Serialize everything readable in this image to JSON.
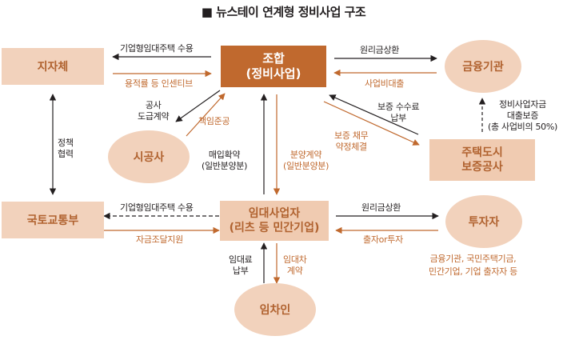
{
  "title": "■ 뉴스테이 연계형 정비사업 구조",
  "nodes": {
    "jijache": "지자체",
    "johap": [
      "조합",
      "(정비사업)"
    ],
    "financial": "금융기관",
    "builder": "시공사",
    "hug": [
      "주택도시",
      "보증공사"
    ],
    "molit": "국토교통부",
    "rental_operator": [
      "임대사업자",
      "(리츠 등 민간기업)"
    ],
    "investor": "투자자",
    "tenant": "임차인"
  },
  "labels": {
    "johap_to_jijache": "기업형임대주택 수용",
    "jijache_to_johap": "용적률 등 인센티브",
    "johap_to_fin": "원리금상환",
    "fin_to_johap": "사업비대출",
    "builder_contract": [
      "공사",
      "도급계약"
    ],
    "builder_resp": "책임준공",
    "policy": [
      "정책",
      "협력"
    ],
    "guarantee_fee": [
      "보증 수수료",
      "납부"
    ],
    "guarantee_duty": [
      "보증 채무",
      "약정체결"
    ],
    "loan_guarantee": [
      "정비사업자금",
      "대출보증",
      "(총 사업비의 50%)"
    ],
    "purchase_agreement": [
      "매입확약",
      "(일반분양분)"
    ],
    "sale_contract": [
      "분양계약",
      "(일반분양분)"
    ],
    "rental_to_molit": "기업형임대주택 수용",
    "molit_support": "자금조달지원",
    "rental_to_investor": "원리금상환",
    "investor_to_rental": "출자or투자",
    "investor_types": "금융기관, 국민주택기금,\n민간기업, 기업 출자자 등",
    "rent_payment": [
      "임대료",
      "납부"
    ],
    "lease_contract": [
      "임대차",
      "계약"
    ]
  },
  "colors": {
    "accent": "#c0692e",
    "light": "#f2d2bc",
    "text": "#231f20"
  }
}
